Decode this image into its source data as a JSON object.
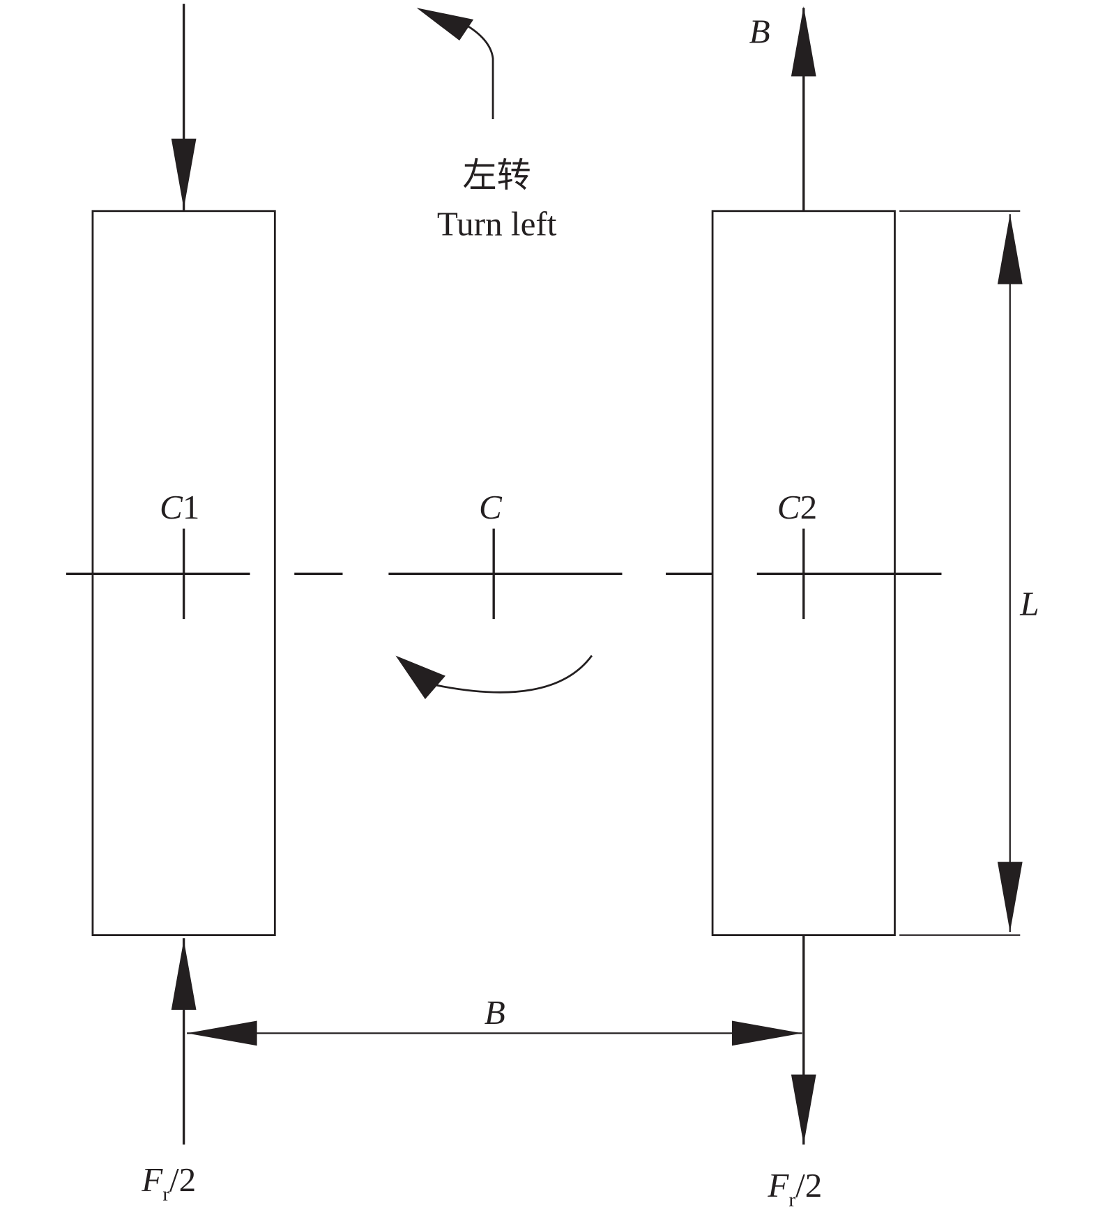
{
  "labels": {
    "turn_left_cn": "左转",
    "turn_left_en": "Turn left",
    "c1": {
      "letter": "C",
      "num": "1"
    },
    "c": "C",
    "c2": {
      "letter": "C",
      "num": "2"
    },
    "b_top": "B",
    "b_dim": "B",
    "l_dim": "L",
    "force_left": {
      "f": "F",
      "sub": "r",
      "rest": "/2"
    },
    "force_right": {
      "f": "F",
      "sub": "r",
      "rest": "/2"
    }
  },
  "colors": {
    "ink": "#231f20"
  }
}
